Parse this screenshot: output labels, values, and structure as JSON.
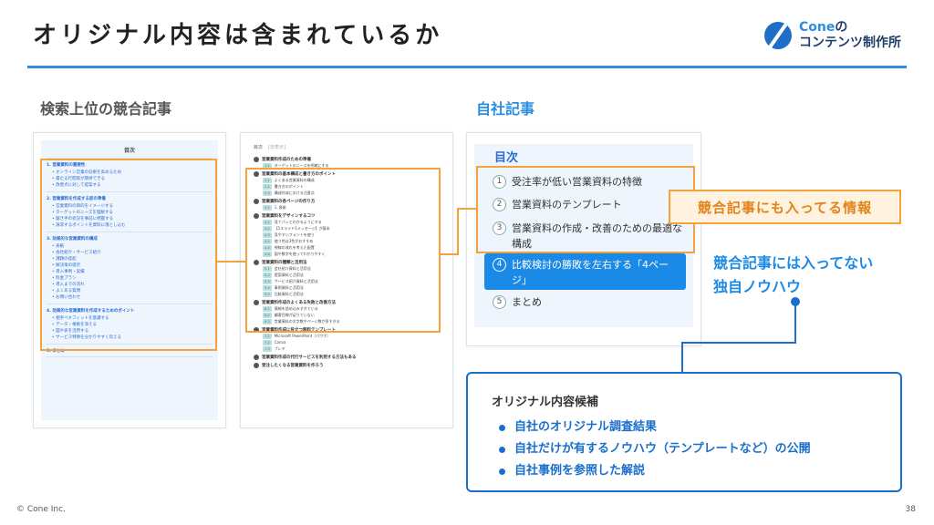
{
  "title": "オリジナル内容は含まれているか",
  "logo": {
    "brand": "Cone",
    "no": "の",
    "sub": "コンテンツ制作所"
  },
  "labels": {
    "left": "検索上位の競合記事",
    "right": "自社記事"
  },
  "card1": {
    "heading": "目次",
    "sections": [
      {
        "title": "1. 営業資料の重要性",
        "subs": [
          "オンライン営業の効果を高めるため",
          "最たる打開策が期待できる",
          "改善点に対して提案する"
        ]
      },
      {
        "title": "2. 営業資料を作成する前の準備",
        "subs": [
          "営業資料の目的をイメージする",
          "ターゲットのニーズを理解する",
          "聴き手の状況を事前に把握する",
          "訴求するポイントを資料に落とし込む"
        ]
      },
      {
        "title": "3. 効果的な営業資料の構成",
        "subs": [
          "表紙",
          "会社紹介・サービス紹介",
          "課題の提起",
          "解決策の提示",
          "導入事例・実績",
          "料金プラン",
          "導入までの流れ",
          "よくある質問",
          "お問い合わせ"
        ]
      },
      {
        "title": "4. 効果的な営業資料を作成するためのポイント",
        "subs": [
          "相手ベネフィットを意識する",
          "データ・根拠を添える",
          "図や表を活用する",
          "サービス特徴を分かりやすく伝える"
        ]
      },
      {
        "title": "5. まとめ",
        "subs": []
      }
    ]
  },
  "card2": {
    "heading": "目次",
    "hide": "[非表示]",
    "items": [
      {
        "level": 2,
        "text": "営業資料作成のための準備"
      },
      {
        "level": 3,
        "tag": "1-1",
        "text": "ターゲットのニーズを明確にする"
      },
      {
        "level": 2,
        "text": "営業資料の基本構成と書き方のポイント"
      },
      {
        "level": 3,
        "tag": "2-1",
        "text": "よくある営業資料の構成"
      },
      {
        "level": 3,
        "tag": "2-2",
        "text": "書き方のポイント"
      },
      {
        "level": 3,
        "tag": "2-3",
        "text": "構成作成における注意点"
      },
      {
        "level": 2,
        "text": "営業資料の各ページの作り方"
      },
      {
        "level": 3,
        "tag": "3-1",
        "text": "1. 表紙"
      },
      {
        "level": 2,
        "text": "営業資料をデザインするコツ"
      },
      {
        "level": 3,
        "tag": "4-1",
        "text": "見てパッとわかるようにする"
      },
      {
        "level": 3,
        "tag": "4-2",
        "text": "【1スライド1メッセージ】が基本"
      },
      {
        "level": 3,
        "tag": "4-3",
        "text": "見やすいフォントを使う"
      },
      {
        "level": 3,
        "tag": "4-4",
        "text": "使う色は3色がおすすめ"
      },
      {
        "level": 3,
        "tag": "4-5",
        "text": "視線の流れを考えた配置"
      },
      {
        "level": 3,
        "tag": "4-6",
        "text": "図や数字を使ってわかりやすく"
      },
      {
        "level": 2,
        "text": "営業資料の種類と活用法"
      },
      {
        "level": 3,
        "tag": "5-1",
        "text": "会社紹介資料と活用法"
      },
      {
        "level": 3,
        "tag": "5-2",
        "text": "提案資料と活用法"
      },
      {
        "level": 3,
        "tag": "5-3",
        "text": "サービス紹介資料と活用法"
      },
      {
        "level": 3,
        "tag": "5-4",
        "text": "事例資料と活用法"
      },
      {
        "level": 3,
        "tag": "5-5",
        "text": "比較資料と活用法"
      },
      {
        "level": 2,
        "text": "営業資料作成のよくある失敗と改善方法"
      },
      {
        "level": 3,
        "tag": "6-1",
        "text": "情報を詰め込みすぎている"
      },
      {
        "level": 3,
        "tag": "6-2",
        "text": "顧客目線が足りていない"
      },
      {
        "level": 3,
        "tag": "6-3",
        "text": "営業資料の文字数やページ数が多すぎる"
      },
      {
        "level": 2,
        "text": "営業資料作成に役立つ無料テンプレート"
      },
      {
        "level": 3,
        "tag": "7-1",
        "text": "Microsoft PowerPoint（パワポ）"
      },
      {
        "level": 3,
        "tag": "7-2",
        "text": "Canva"
      },
      {
        "level": 3,
        "tag": "7-3",
        "text": "ブレヤ"
      },
      {
        "level": 2,
        "text": "営業資料作成の代行サービスを利用する方法もある"
      },
      {
        "level": 2,
        "text": "受注したくなる営業資料を作ろう"
      }
    ]
  },
  "card3": {
    "heading": "目次",
    "items": [
      {
        "num": "1",
        "text": "受注率が低い営業資料の特徴"
      },
      {
        "num": "2",
        "text": "営業資料のテンプレート"
      },
      {
        "num": "3",
        "text": "営業資料の作成・改善のための最適な構成"
      },
      {
        "num": "4",
        "text": "比較検討の勝敗を左右する「4ページ」"
      },
      {
        "num": "5",
        "text": "まとめ"
      }
    ]
  },
  "callout_orange": "競合記事にも入ってる情報",
  "callout_blue": [
    "競合記事には入ってない",
    "独自ノウハウ"
  ],
  "candidates": {
    "title": "オリジナル内容候補",
    "items": [
      "自社のオリジナル調査結果",
      "自社だけが有するノウハウ（テンプレートなど）の公開",
      "自社事例を参照した解説"
    ]
  },
  "footer": {
    "copyright": "© Cone Inc.",
    "page": "38"
  },
  "colors": {
    "accent_blue": "#2b8ee0",
    "orange": "#f4a23c",
    "navy": "#1a6fcc"
  }
}
